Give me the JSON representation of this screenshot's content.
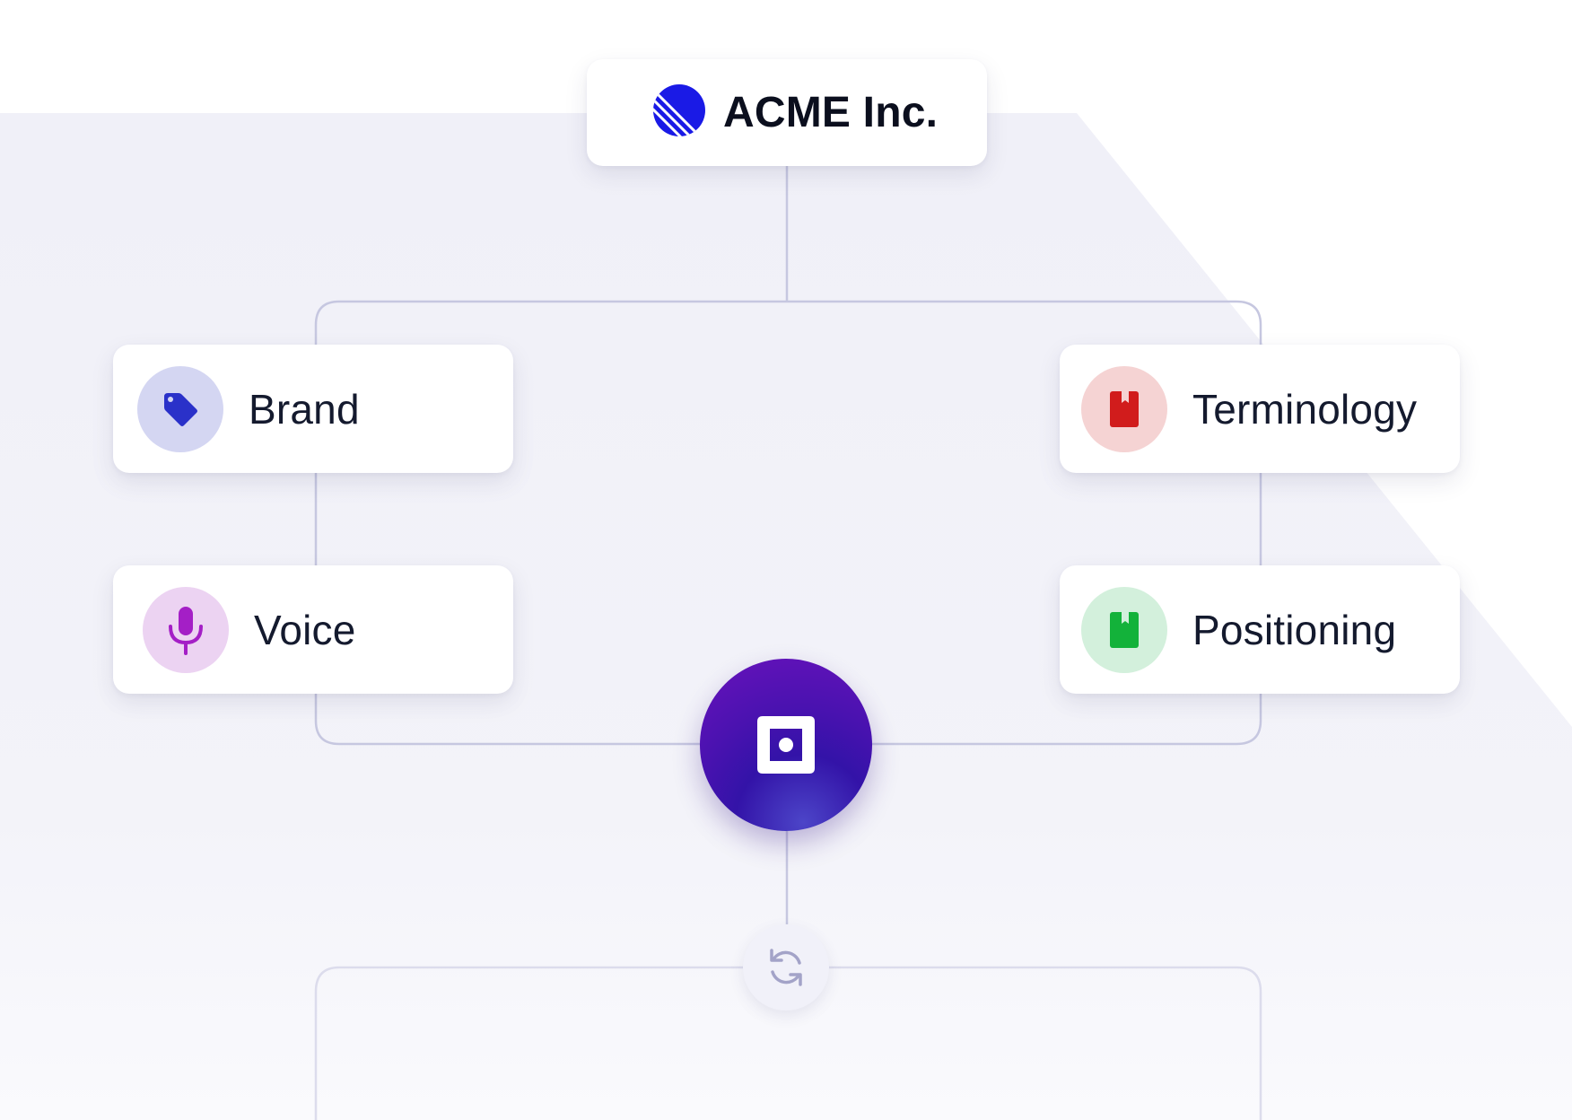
{
  "root": {
    "label": "ACME Inc.",
    "logo_icon": "striped-circle-logo",
    "logo_color": "#1a1ae6"
  },
  "nodes": {
    "brand": {
      "label": "Brand",
      "icon": "tag-icon",
      "icon_color": "#2a31c9",
      "bg_color": "#d4d6f2"
    },
    "voice": {
      "label": "Voice",
      "icon": "microphone-icon",
      "icon_color": "#a41fc6",
      "bg_color": "#ecd3f2"
    },
    "terminology": {
      "label": "Terminology",
      "icon": "bookmark-book-icon",
      "icon_color": "#d11c1c",
      "bg_color": "#f5d3d3"
    },
    "positioning": {
      "label": "Positioning",
      "icon": "bookmark-book-icon",
      "icon_color": "#13b23a",
      "bg_color": "#d3f0dc"
    }
  },
  "hub": {
    "icon": "app-logo-icon",
    "gradient": [
      "#6a12bc",
      "#3313a8",
      "#4c45c8"
    ]
  },
  "sync": {
    "icon": "sync-icon",
    "icon_color": "#a3a3c8"
  },
  "colors": {
    "background_panel": "#f0f0f8",
    "connector": "#c6c7e0"
  }
}
